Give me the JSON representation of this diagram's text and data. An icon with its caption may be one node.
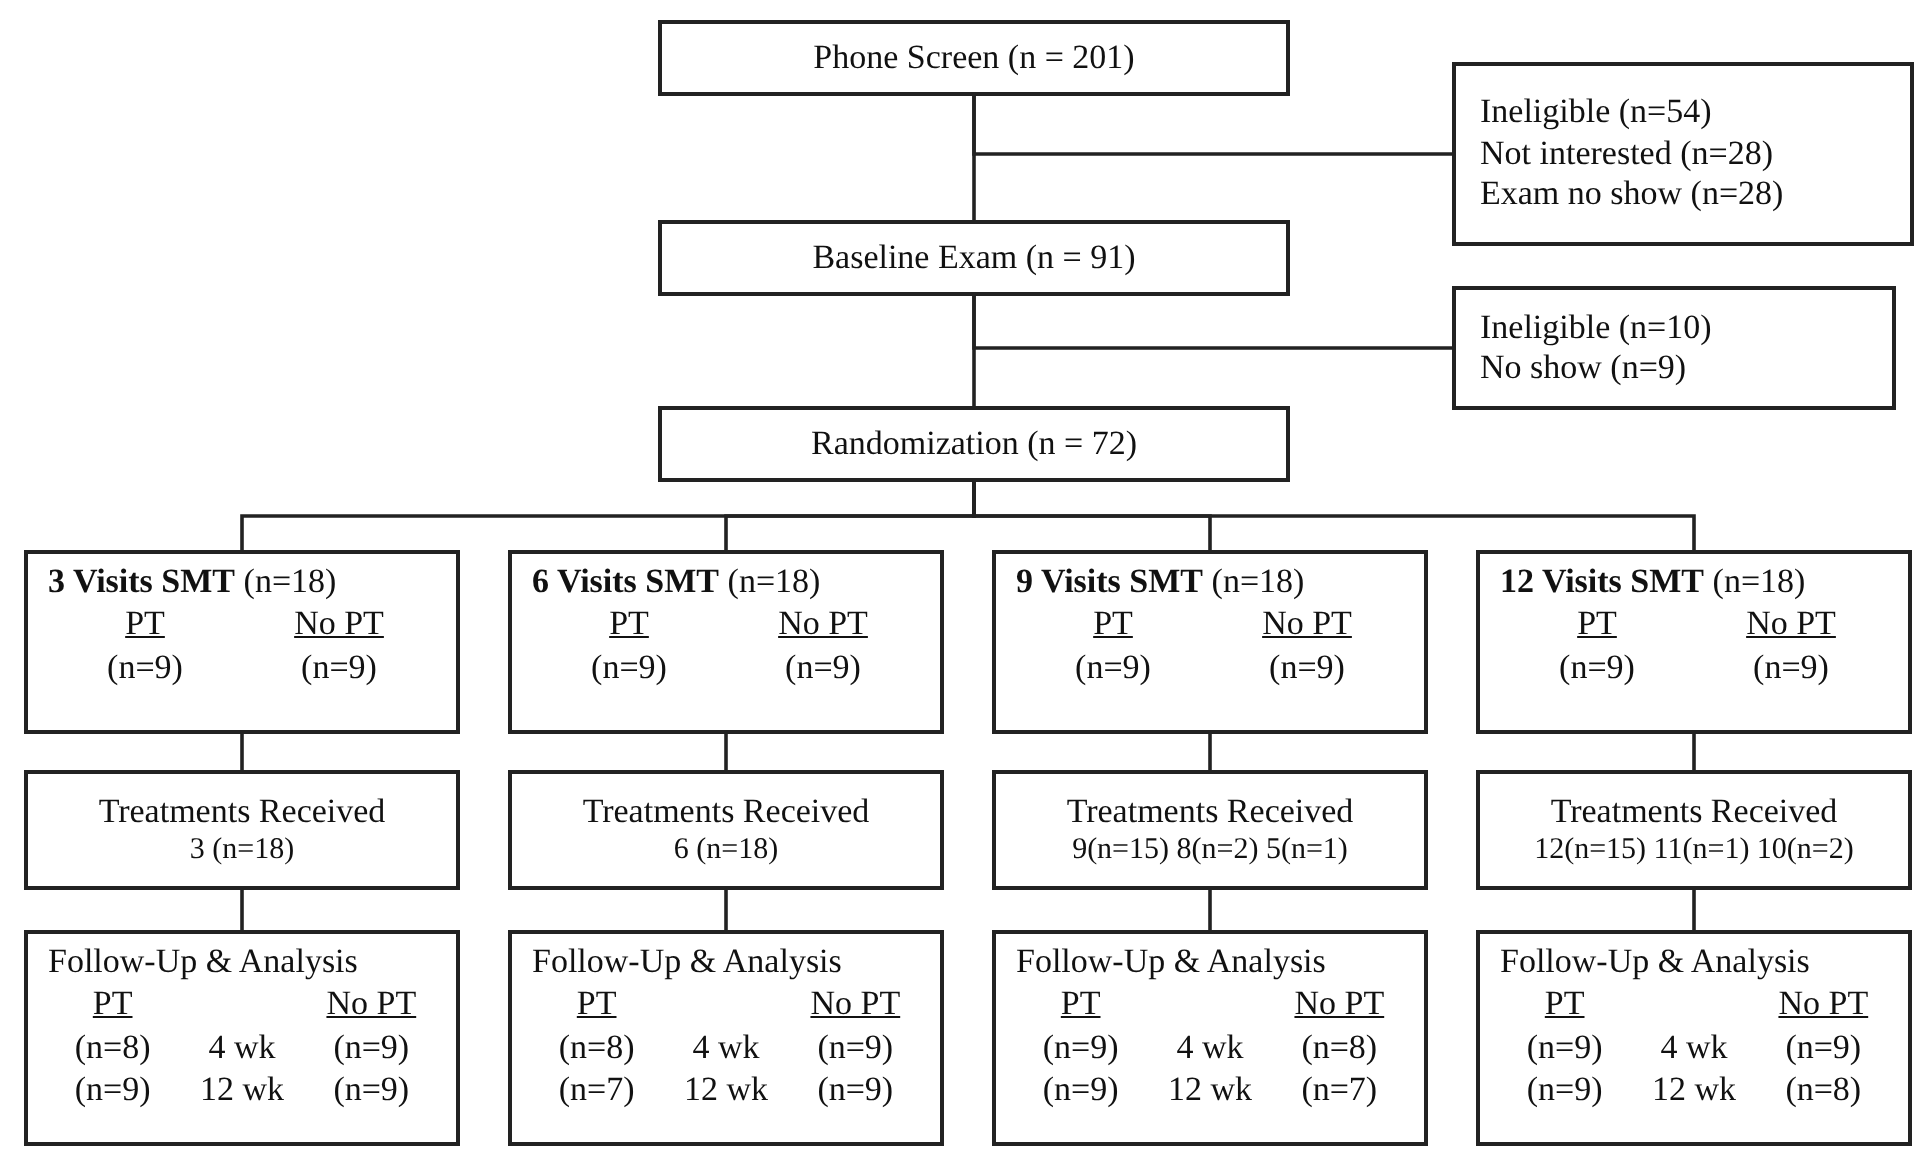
{
  "diagram": {
    "nodes": [
      {
        "text": [
          "Phone Screen (n = 201)"
        ]
      },
      {
        "text": [
          "Ineligible (n=54)",
          "Not interested (n=28)",
          "Exam no show (n=28)"
        ]
      },
      {
        "text": [
          "Baseline Exam (n = 91)"
        ]
      },
      {
        "text": [
          "Ineligible (n=10)",
          "No show (n=9)"
        ]
      },
      {
        "text": [
          "Randomization (n = 72)"
        ]
      },
      {
        "text": [
          "**3 Visits SMT** (n=18)",
          "PT",
          "No PT",
          "(n=9)",
          "(n=9)"
        ]
      },
      {
        "text": [
          "**6 Visits SMT** (n=18)",
          "PT",
          "No PT",
          "(n=9)",
          "(n=9)"
        ]
      },
      {
        "text": [
          "**9 Visits SMT** (n=18)",
          "PT",
          "No PT",
          "(n=9)",
          "(n=9)"
        ]
      },
      {
        "text": [
          "**12 Visits SMT** (n=18)",
          "PT",
          "No PT",
          "(n=9)",
          "(n=9)"
        ]
      },
      {
        "text": [
          "Treatments Received",
          "3 (n=18)"
        ]
      },
      {
        "text": [
          "Treatments Received",
          "6 (n=18)"
        ]
      },
      {
        "text": [
          "Treatments Received",
          "9(n=15)  8(n=2)  5(n=1)"
        ]
      },
      {
        "text": [
          "Treatments Received",
          "12(n=15) 11(n=1) 10(n=2)"
        ]
      },
      {
        "text": [
          "Follow-Up & Analysis",
          "PT",
          "No PT",
          "(n=8)",
          "4 wk",
          "(n=9)",
          "(n=9)",
          "12 wk",
          "(n=9)"
        ]
      },
      {
        "text": [
          "Follow-Up & Analysis",
          "PT",
          "No PT",
          "(n=8)",
          "4 wk",
          "(n=9)",
          "(n=7)",
          "12 wk",
          "(n=9)"
        ]
      },
      {
        "text": [
          "Follow-Up & Analysis",
          "PT",
          "No PT",
          "(n=9)",
          "4 wk",
          "(n=8)",
          "(n=9)",
          "12 wk",
          "(n=7)"
        ]
      },
      {
        "text": [
          "Follow-Up & Analysis",
          "PT",
          "No PT",
          "(n=9)",
          "4 wk",
          "(n=9)",
          "(n=9)",
          "12 wk",
          "(n=8)"
        ]
      }
    ],
    "edges": [
      {
        "from": 0,
        "to": 2,
        "arrow": "none"
      },
      {
        "from": 0,
        "to": 1,
        "arrow": "none"
      },
      {
        "from": 2,
        "to": 4,
        "arrow": "none"
      },
      {
        "from": 2,
        "to": 3,
        "arrow": "none"
      },
      {
        "from": 4,
        "to": 5,
        "arrow": "none"
      },
      {
        "from": 4,
        "to": 6,
        "arrow": "none"
      },
      {
        "from": 4,
        "to": 7,
        "arrow": "none"
      },
      {
        "from": 4,
        "to": 8,
        "arrow": "none"
      },
      {
        "from": 5,
        "to": 9,
        "arrow": "none"
      },
      {
        "from": 6,
        "to": 10,
        "arrow": "none"
      },
      {
        "from": 7,
        "to": 11,
        "arrow": "none"
      },
      {
        "from": 8,
        "to": 12,
        "arrow": "none"
      },
      {
        "from": 9,
        "to": 13,
        "arrow": "none"
      },
      {
        "from": 10,
        "to": 14,
        "arrow": "none"
      },
      {
        "from": 11,
        "to": 15,
        "arrow": "none"
      },
      {
        "from": 12,
        "to": 16,
        "arrow": "none"
      }
    ]
  }
}
